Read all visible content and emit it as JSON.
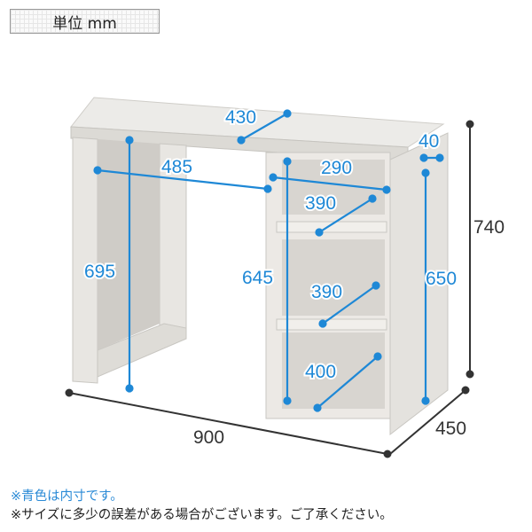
{
  "unit_label": "単位 mm",
  "colors": {
    "inner": "#1e88d6",
    "outer": "#333333"
  },
  "dimensions": {
    "top_depth_inner": "430",
    "leg_width_inner": "485",
    "shelf_width_inner": "290",
    "side_gap": "40",
    "shelf_depth_top": "390",
    "leg_height_inner": "695",
    "cabinet_height_inner": "645",
    "shelf_depth_middle": "390",
    "side_height_inner": "650",
    "shelf_depth_bottom": "400",
    "total_height": "740",
    "total_width": "900",
    "total_depth": "450"
  },
  "notes": [
    "※青色は内寸です。",
    "※サイズに多少の誤差がある場合がございます。ご了承ください。"
  ]
}
